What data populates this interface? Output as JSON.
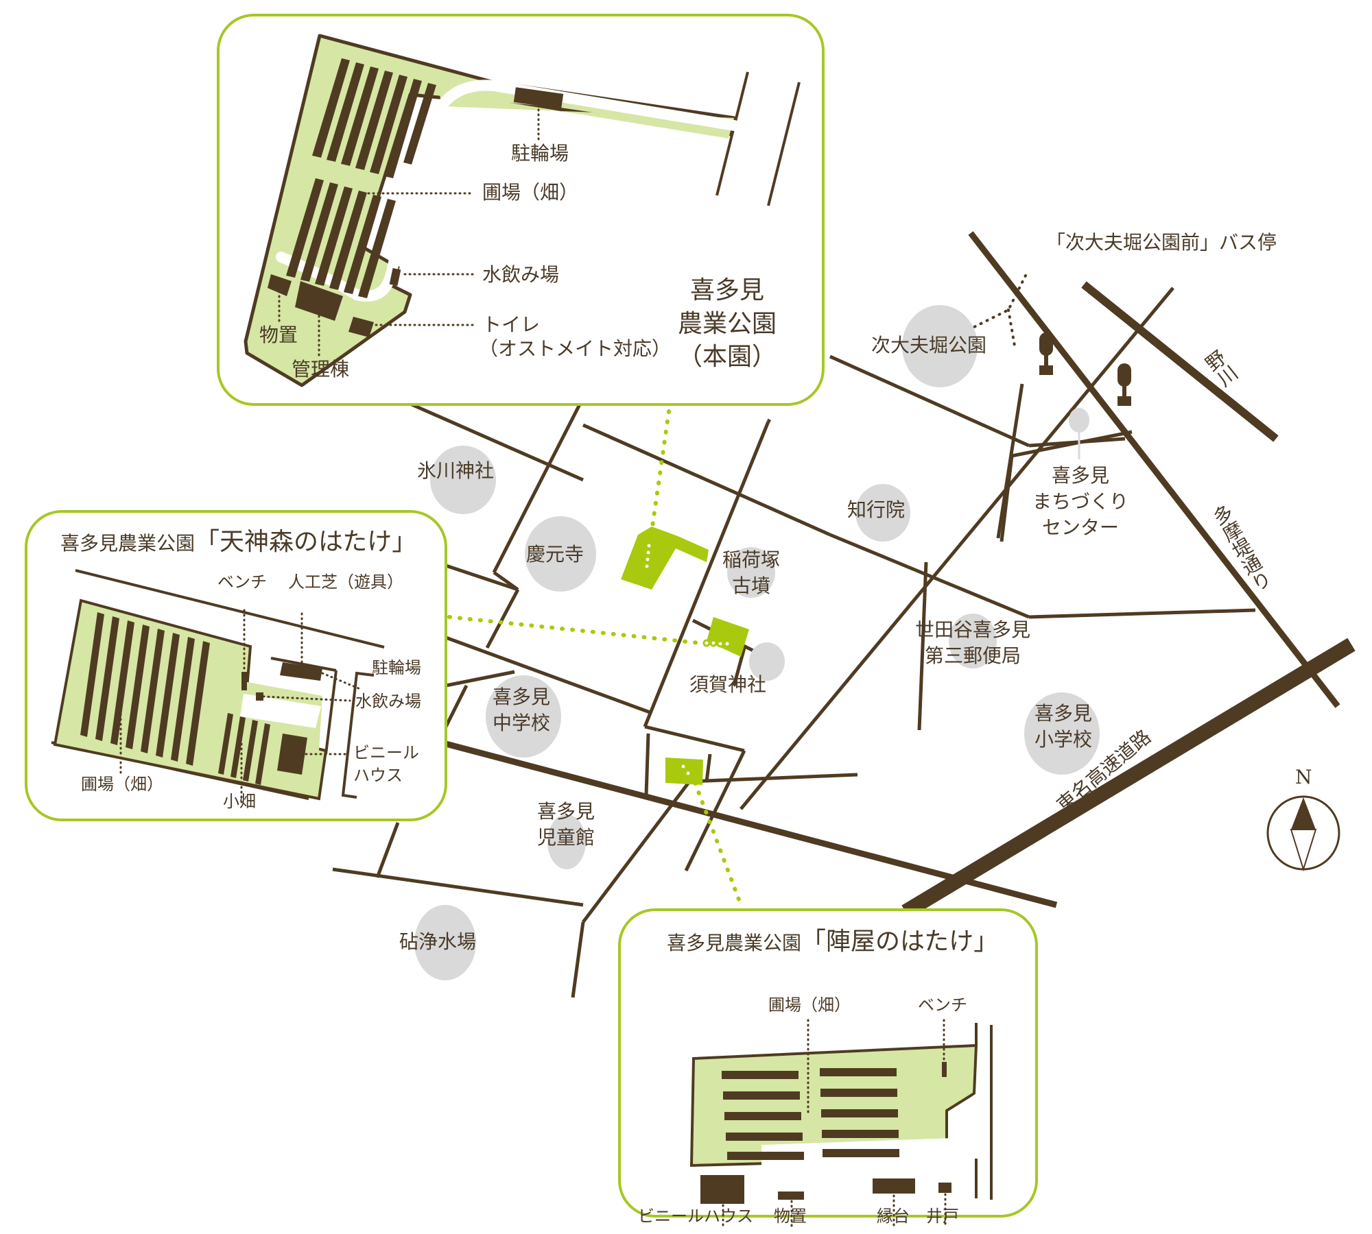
{
  "colors": {
    "road": "#4f3b22",
    "park_green_light": "#d6e6a4",
    "park_green_bright": "#a9c90e",
    "box_border": "#a5c824",
    "landmark_gray": "#d9d9d9",
    "text": "#4a3a28"
  },
  "main_park": {
    "title_line1": "喜多見",
    "title_line2": "農業公園",
    "title_line3": "（本園）",
    "labels": {
      "bicycle_parking": "駐輪場",
      "field": "圃場（畑）",
      "water_fountain": "水飲み場",
      "toilet": "トイレ",
      "toilet_note": "（オストメイト対応）",
      "storage": "物置",
      "management_building": "管理棟"
    }
  },
  "tenjin_park": {
    "title_prefix": "喜多見農業公園",
    "title_name": "「天神森のはたけ」",
    "labels": {
      "bench": "ベンチ",
      "artificial_turf": "人工芝（遊具）",
      "bicycle_parking": "駐輪場",
      "water_fountain": "水飲み場",
      "greenhouse_line1": "ビニール",
      "greenhouse_line2": "ハウス",
      "field": "圃場（畑）",
      "small_field": "小畑"
    }
  },
  "jinya_park": {
    "title_prefix": "喜多見農業公園",
    "title_name": "「陣屋のはたけ」",
    "labels": {
      "field": "圃場（畑）",
      "bench": "ベンチ",
      "greenhouse": "ビニールハウス",
      "storage": "物置",
      "veranda_bench": "縁台",
      "well": "井戸"
    }
  },
  "landmarks": {
    "bus_stop": "「次大夫堀公園前」バス停",
    "jidayubori_park": "次大夫堀公園",
    "nogawa": "野川",
    "machizukuri_line1": "喜多見",
    "machizukuri_line2": "まちづくり",
    "machizukuri_line3": "センター",
    "tamazutsumi_street": "多摩堤通り",
    "hikawa_shrine": "氷川神社",
    "chigyoin": "知行院",
    "keigenji": "慶元寺",
    "inaridzuka_line1": "稲荷塚",
    "inaridzuka_line2": "古墳",
    "suga_shrine": "須賀神社",
    "post_office_line1": "世田谷喜多見",
    "post_office_line2": "第三郵便局",
    "junior_high_line1": "喜多見",
    "junior_high_line2": "中学校",
    "elementary_line1": "喜多見",
    "elementary_line2": "小学校",
    "childrens_hall_line1": "喜多見",
    "childrens_hall_line2": "児童館",
    "tomei_expressway": "東名高速道路",
    "kinuta_water_plant": "砧浄水場"
  },
  "compass": {
    "north_label": "N"
  }
}
